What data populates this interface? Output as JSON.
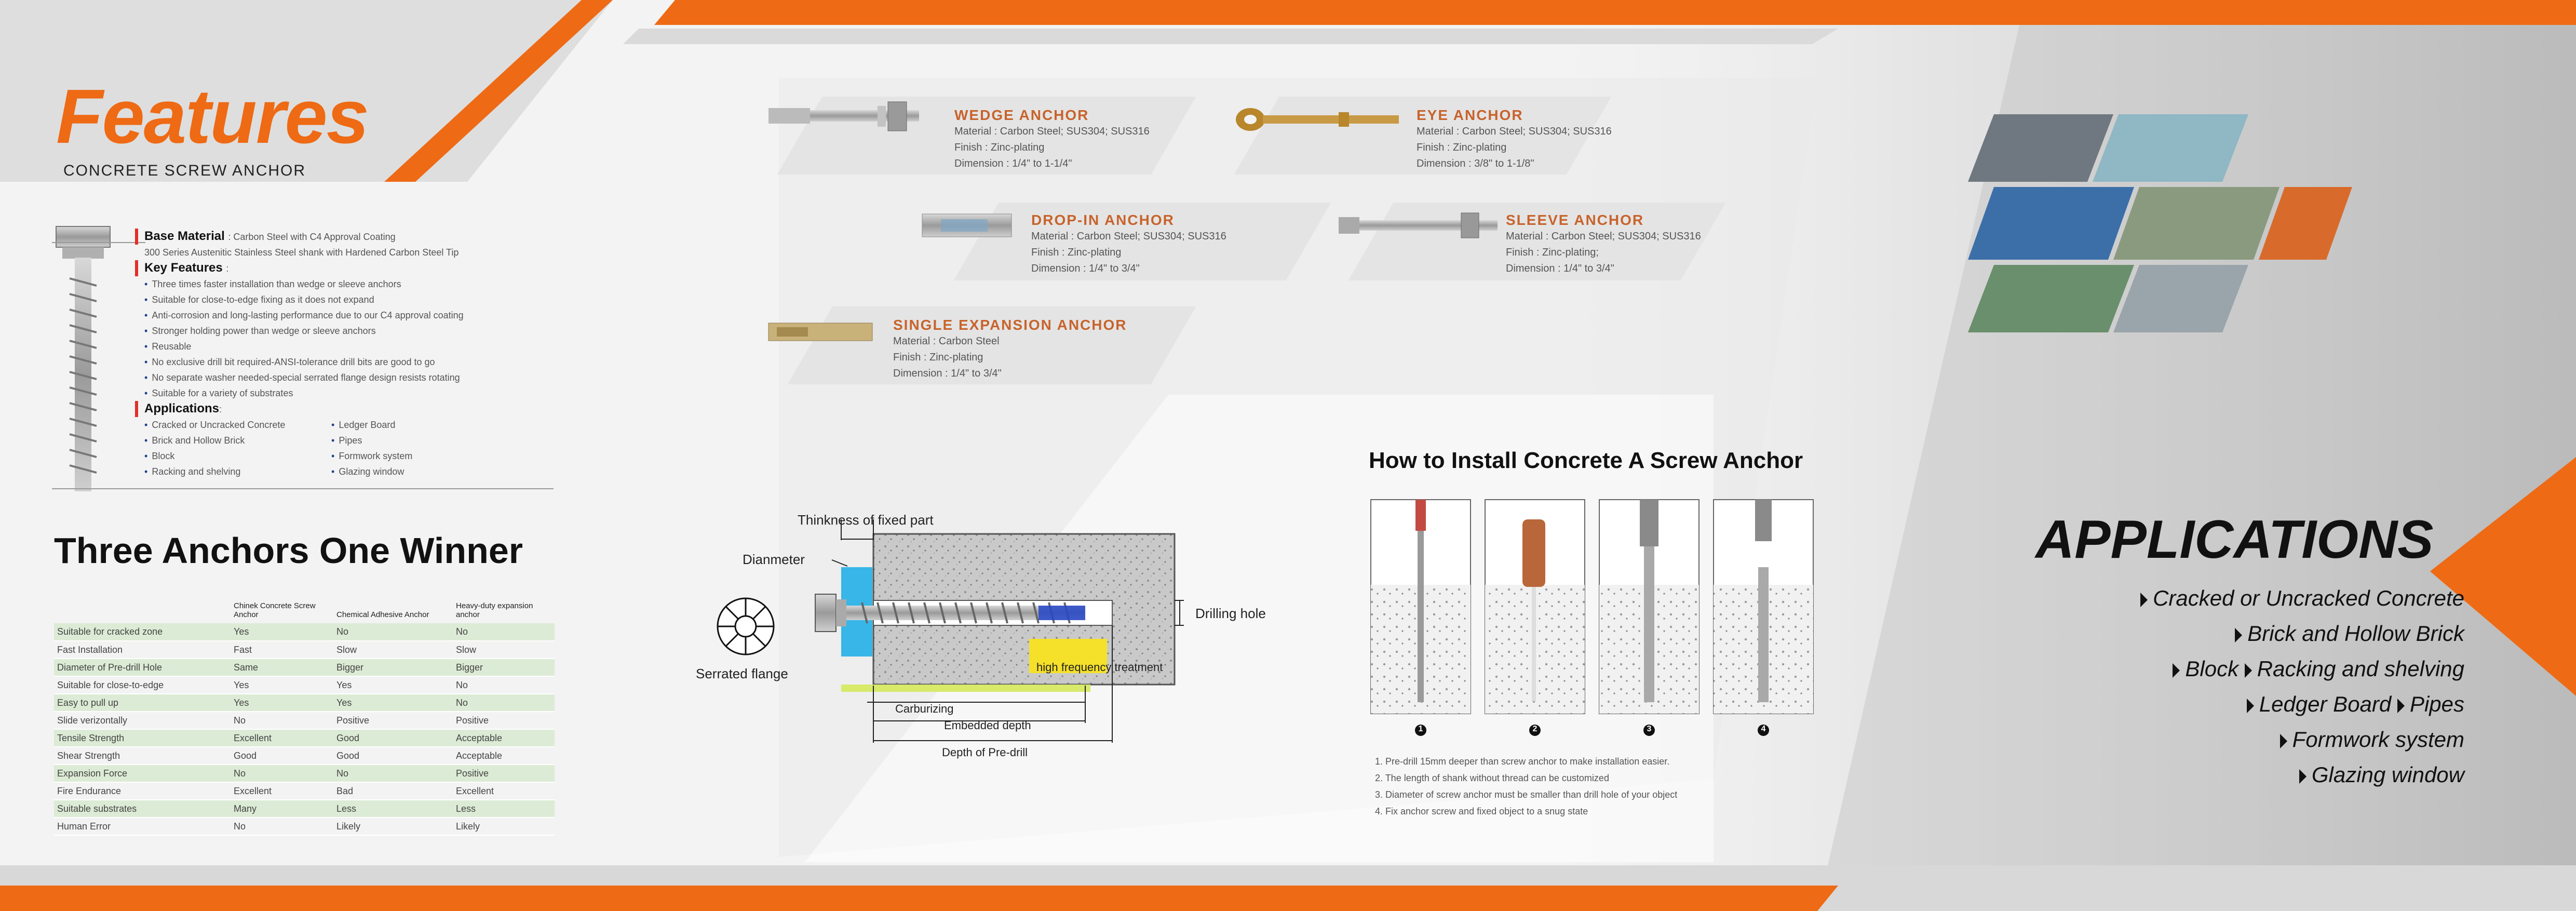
{
  "features": {
    "title": "Features",
    "subtitle": "CONCRETE SCREW ANCHOR",
    "base_material": {
      "heading": "Base Material",
      "line1": ": Carbon Steel with C4 Approval Coating",
      "line2": "300 Series Austenitic Stainless Steel shank with Hardened Carbon Steel Tip"
    },
    "key_features": {
      "heading": "Key Features",
      "suffix": ":",
      "items": [
        "Three times faster installation than wedge or sleeve anchors",
        "Suitable for close-to-edge fixing as it does not expand",
        "Anti-corrosion and long-lasting performance due to our C4 approval coating",
        "Stronger holding power than wedge or sleeve anchors",
        "Reusable",
        "No exclusive drill bit required-ANSI-tolerance drill bits are good to go",
        "No separate washer needed-special serrated flange design resists rotating",
        "Suitable for a variety of substrates"
      ]
    },
    "applications": {
      "heading": "Applications",
      "suffix": ":",
      "items": [
        "Cracked or Uncracked Concrete",
        "Ledger Board",
        "Brick and Hollow Brick",
        "Pipes",
        "Block",
        "Formwork system",
        "Racking and shelving",
        "Glazing window"
      ]
    }
  },
  "comparison": {
    "title": "Three Anchors One Winner",
    "columns": [
      "",
      "Chinek Concrete Screw Anchor",
      "Chemical Adhesive Anchor",
      "Heavy-duty expansion anchor"
    ],
    "rows": [
      [
        "Suitable for cracked zone",
        "Yes",
        "No",
        "No"
      ],
      [
        "Fast Installation",
        "Fast",
        "Slow",
        "Slow"
      ],
      [
        "Diameter of Pre-drill Hole",
        "Same",
        "Bigger",
        "Bigger"
      ],
      [
        "Suitable for close-to-edge",
        "Yes",
        "Yes",
        "No"
      ],
      [
        "Easy to pull up",
        "Yes",
        "Yes",
        "No"
      ],
      [
        "Slide verizontally",
        "No",
        "Positive",
        "Positive"
      ],
      [
        "Tensile Strength",
        "Excellent",
        "Good",
        "Acceptable"
      ],
      [
        "Shear Strength",
        "Good",
        "Good",
        "Acceptable"
      ],
      [
        "Expansion Force",
        "No",
        "No",
        "Positive"
      ],
      [
        "Fire Endurance",
        "Excellent",
        "Bad",
        "Excellent"
      ],
      [
        "Suitable substrates",
        "Many",
        "Less",
        "Less"
      ],
      [
        "Human Error",
        "No",
        "Likely",
        "Likely"
      ]
    ]
  },
  "products": [
    {
      "name": "WEDGE ANCHOR",
      "material": "Material : Carbon Steel; SUS304; SUS316",
      "finish": "Finish : Zinc-plating",
      "dimension": "Dimension : 1/4\"  to 1-1/4\""
    },
    {
      "name": "EYE ANCHOR",
      "material": "Material : Carbon Steel; SUS304; SUS316",
      "finish": "Finish : Zinc-plating",
      "dimension": "Dimension : 3/8\" to 1-1/8\""
    },
    {
      "name": "DROP-IN ANCHOR",
      "material": "Material : Carbon Steel; SUS304; SUS316",
      "finish": "Finish : Zinc-plating",
      "dimension": "Dimension : 1/4\" to 3/4\""
    },
    {
      "name": "SLEEVE ANCHOR",
      "material": "Material : Carbon Steel; SUS304; SUS316",
      "finish": "Finish : Zinc-plating;",
      "dimension": "Dimension : 1/4\" to 3/4\""
    },
    {
      "name": "SINGLE EXPANSION ANCHOR",
      "material": "Material : Carbon Steel",
      "finish": "Finish : Zinc-plating",
      "dimension": "Dimension :  1/4\" to 3/4\""
    }
  ],
  "diagram": {
    "thickness": "Thinkness of fixed part",
    "diameter": "Dianmeter",
    "serrated": "Serrated flange",
    "drilling": "Drilling hole",
    "hf": "high frequency treatment",
    "carburizing": "Carburizing",
    "embedded": "Embedded depth",
    "depth": "Depth of Pre-drill"
  },
  "install": {
    "title": "How to Install Concrete A Screw Anchor",
    "step_numbers": [
      "1",
      "2",
      "3",
      "4"
    ],
    "steps": [
      "1. Pre-drill 15mm deeper than screw anchor to make installation easier.",
      "2. The length of shank without thread can be customized",
      "3. Diameter of screw anchor must be smaller than drill hole of your object",
      "4. Fix anchor screw and fixed object to a  snug state"
    ]
  },
  "applications_panel": {
    "title": "APPLICATIONS",
    "lines": [
      [
        "Cracked or Uncracked Concrete"
      ],
      [
        "Brick and Hollow Brick"
      ],
      [
        "Block",
        "Racking and shelving"
      ],
      [
        "Ledger Board",
        "Pipes"
      ],
      [
        "Formwork system"
      ],
      [
        "Glazing window"
      ]
    ]
  },
  "colors": {
    "accent": "#ee6a14",
    "product_title": "#c8632b",
    "table_green": "#dcebd5",
    "heading_marker": "#e0302a"
  }
}
